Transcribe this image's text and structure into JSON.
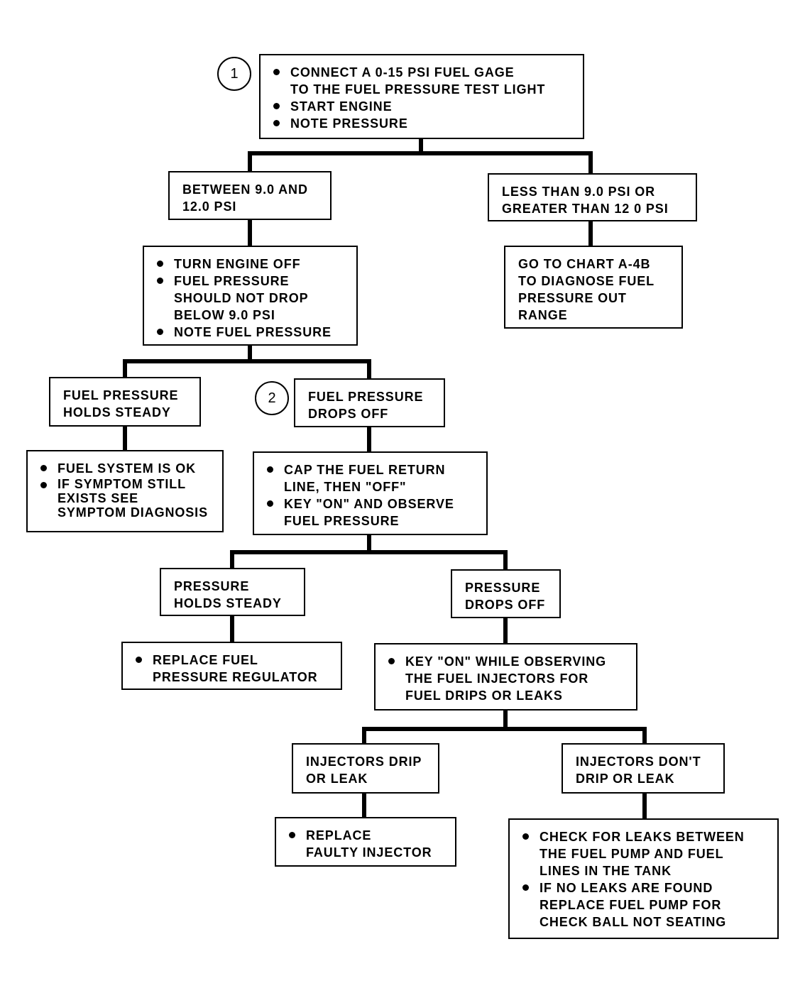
{
  "markers": {
    "m1": "1",
    "m2": "2"
  },
  "boxes": {
    "start": {
      "items": [
        [
          "CONNECT A 0-15 PSI FUEL GAGE",
          "TO THE FUEL PRESSURE TEST LIGHT"
        ],
        [
          "START ENGINE"
        ],
        [
          "NOTE PRESSURE"
        ]
      ]
    },
    "between": {
      "lines": [
        "BETWEEN 9.0 AND",
        "12.0 PSI"
      ]
    },
    "out_range": {
      "lines": [
        "LESS THAN 9.0 PSI OR",
        "GREATER THAN 12 0 PSI"
      ]
    },
    "goto_chart": {
      "lines": [
        "GO TO CHART A-4B",
        "TO DIAGNOSE FUEL",
        "PRESSURE  OUT",
        "RANGE"
      ]
    },
    "engine_off": {
      "items": [
        [
          "TURN ENGINE OFF"
        ],
        [
          "FUEL PRESSURE",
          "SHOULD NOT DROP",
          "BELOW 9.0 PSI"
        ],
        [
          "NOTE FUEL PRESSURE"
        ]
      ]
    },
    "holds_steady": {
      "lines": [
        "FUEL PRESSURE",
        "HOLDS STEADY"
      ]
    },
    "drops_off": {
      "lines": [
        "FUEL PRESSURE",
        "DROPS OFF"
      ]
    },
    "system_ok": {
      "items": [
        [
          "FUEL SYSTEM IS OK"
        ],
        [
          "IF SYMPTOM STILL",
          "EXISTS  SEE",
          "SYMPTOM DIAGNOSIS"
        ]
      ]
    },
    "cap_return": {
      "items": [
        [
          "CAP THE FUEL RETURN",
          "LINE, THEN \"OFF\""
        ],
        [
          "KEY \"ON\" AND OBSERVE",
          "FUEL PRESSURE"
        ]
      ]
    },
    "pressure_steady": {
      "lines": [
        "PRESSURE",
        "HOLDS STEADY"
      ]
    },
    "pressure_drops": {
      "lines": [
        "PRESSURE",
        "DROPS OFF"
      ]
    },
    "replace_regulator": {
      "items": [
        [
          "REPLACE FUEL",
          "PRESSURE REGULATOR"
        ]
      ]
    },
    "key_on_observe": {
      "items": [
        [
          "KEY \"ON\" WHILE OBSERVING",
          "THE FUEL INJECTORS FOR",
          "FUEL DRIPS OR LEAKS"
        ]
      ]
    },
    "injectors_drip": {
      "lines": [
        "INJECTORS DRIP",
        "OR LEAK"
      ]
    },
    "injectors_dont": {
      "lines": [
        "INJECTORS DON'T",
        "DRIP OR LEAK"
      ]
    },
    "replace_injector": {
      "items": [
        [
          "REPLACE",
          "FAULTY INJECTOR"
        ]
      ]
    },
    "check_leaks": {
      "items": [
        [
          "CHECK FOR LEAKS BETWEEN",
          "THE FUEL PUMP AND FUEL",
          "LINES IN THE TANK"
        ],
        [
          "IF NO LEAKS ARE FOUND",
          "REPLACE FUEL PUMP FOR",
          "CHECK BALL NOT SEATING"
        ]
      ]
    }
  }
}
